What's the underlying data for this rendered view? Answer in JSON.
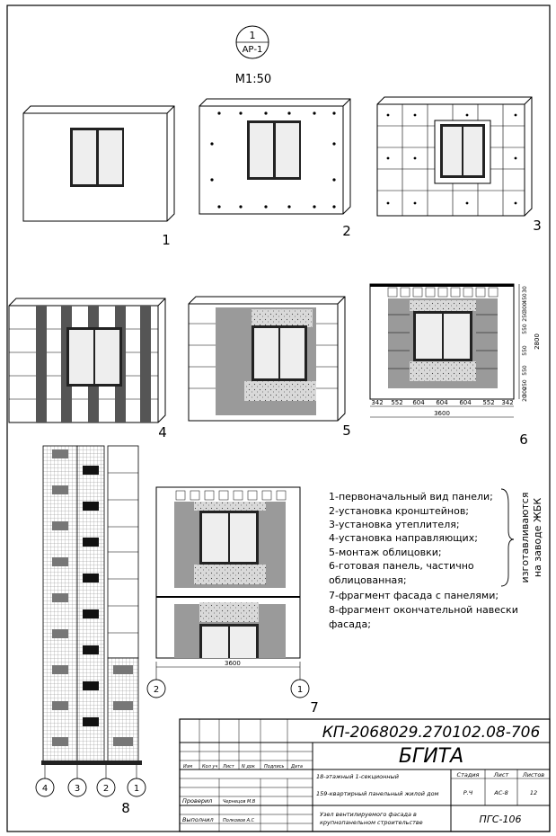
{
  "marker": {
    "num": "1",
    "ref": "АР-1",
    "scale": "М1:50"
  },
  "steps": {
    "s1": "1",
    "s2": "2",
    "s3": "3",
    "s4": "4",
    "s5": "5",
    "s6": "6",
    "s7": "7",
    "s8": "8"
  },
  "dims6": {
    "bottom": [
      "342",
      "552",
      "604",
      "604",
      "604",
      "552",
      "342"
    ],
    "total": "3600",
    "right": [
      "30",
      "450",
      "300",
      "250",
      "550",
      "550",
      "550",
      "250",
      "300",
      "20"
    ],
    "height": "2800"
  },
  "fragment7": {
    "dim": "3600",
    "axis_left": "2",
    "axis_right": "1"
  },
  "axes8": [
    "4",
    "3",
    "2",
    "1"
  ],
  "legend": {
    "items": [
      "1-первоначальный вид панели;",
      "2-установка кронштейнов;",
      "3-установка утеплителя;",
      "4-установка направляющих;",
      "5-монтаж облицовки;",
      "6-готовая панель, частично",
      "облицованная;",
      "7-фрагмент фасада с панелями;",
      "8-фрагмент окончательной навески",
      "фасада;"
    ],
    "vertical1": "изготавливаются",
    "vertical2": "на заводе ЖБК"
  },
  "stamp": {
    "code": "КП-2068029.270102.08-706",
    "org": "БГИТА",
    "headers": [
      "Изм",
      "Кол уч",
      "Лист",
      "N док",
      "Подпись",
      "Дата"
    ],
    "project1": "18-этажный 1-секционный",
    "project2": "159-квартирный панельный жилой дом",
    "stage_h": "Стадия",
    "sheet_h": "Лист",
    "sheets_h": "Листов",
    "stage": "Р.Ч",
    "sheet": "АС-8",
    "sheets": "12",
    "checked_label": "Проверил",
    "checked_name": "Чернецов М.В",
    "done_label": "Выполнил",
    "done_name": "Полковов А.С",
    "title1": "Узел вентилируемого фасада в",
    "title2": "крупнопанельном строительстве",
    "group": "ПГС-106"
  }
}
